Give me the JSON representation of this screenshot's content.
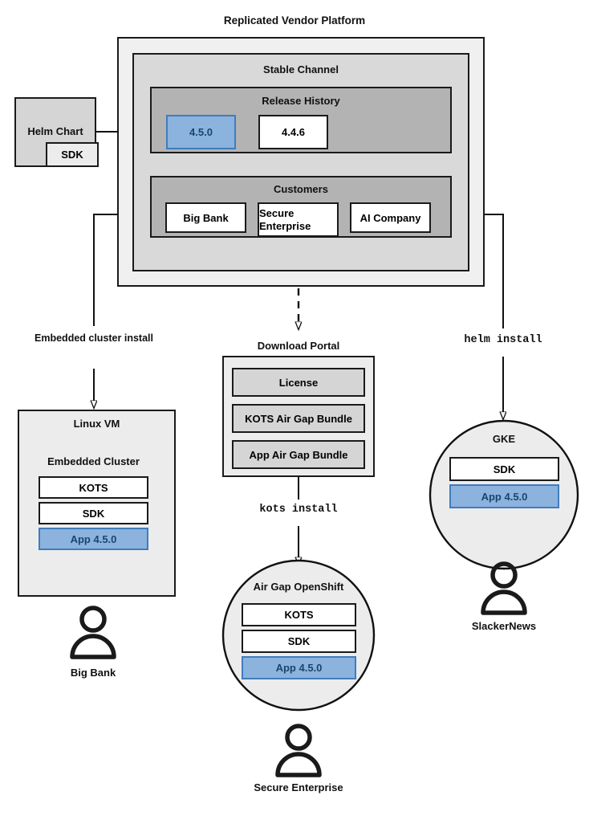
{
  "diagram": {
    "title": "Replicated Vendor Platform",
    "platform": {
      "channel_title": "Stable Channel",
      "release_history": {
        "title": "Release History",
        "releases": [
          {
            "version": "4.5.0",
            "highlighted": true
          },
          {
            "version": "4.4.6",
            "highlighted": false
          }
        ]
      },
      "customers": {
        "title": "Customers",
        "items": [
          {
            "name": "Big Bank"
          },
          {
            "name": "Secure Enterprise"
          },
          {
            "name": "AI Company"
          }
        ]
      }
    },
    "source": {
      "label": "Helm Chart",
      "sdk_label": "SDK"
    },
    "edges": [
      {
        "id": "embedded-cluster-install",
        "label": "Embedded cluster install",
        "style": "solid"
      },
      {
        "id": "download-portal-link",
        "label": "",
        "style": "dashed"
      },
      {
        "id": "kots-install",
        "label": "kots install",
        "style": "solid",
        "mono": true
      },
      {
        "id": "helm-install",
        "label": "helm install",
        "style": "solid",
        "mono": true
      }
    ],
    "targets": {
      "linux_vm": {
        "title": "Linux VM",
        "cluster_title": "Embedded Cluster",
        "components": [
          {
            "label": "KOTS",
            "highlighted": false
          },
          {
            "label": "SDK",
            "highlighted": false
          },
          {
            "label": "App 4.5.0",
            "highlighted": true
          }
        ],
        "user": "Big Bank"
      },
      "download_portal": {
        "title": "Download Portal",
        "artifacts": [
          {
            "label": "License"
          },
          {
            "label": "KOTS Air Gap Bundle"
          },
          {
            "label": "App Air Gap Bundle"
          }
        ]
      },
      "air_gap_openshift": {
        "title": "Air Gap OpenShift",
        "components": [
          {
            "label": "KOTS",
            "highlighted": false
          },
          {
            "label": "SDK",
            "highlighted": false
          },
          {
            "label": "App 4.5.0",
            "highlighted": true
          }
        ],
        "user": "Secure Enterprise"
      },
      "gke": {
        "title": "GKE",
        "components": [
          {
            "label": "SDK",
            "highlighted": false
          },
          {
            "label": "App 4.5.0",
            "highlighted": true
          }
        ],
        "user": "SlackerNews"
      }
    },
    "colors": {
      "platform_bg": "#f0f0f0",
      "channel_bg": "#d9d9d9",
      "section_bg": "#b3b3b3",
      "highlight_fill": "#8cb3dd",
      "highlight_border": "#3f7cbe",
      "highlight_text": "#17466f",
      "stroke": "#111111"
    }
  }
}
